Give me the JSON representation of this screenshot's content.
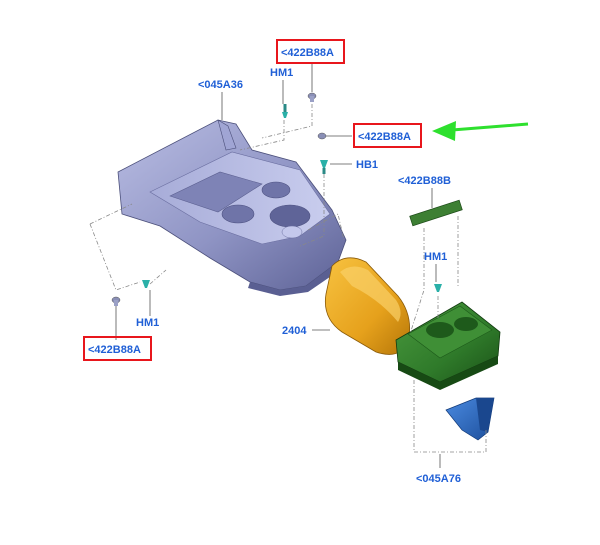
{
  "colors": {
    "label": "#1f5fd6",
    "highlight_box": "#e8161c",
    "arrow": "#2ee02e",
    "console_blue": "#8f94c4",
    "armrest_orange": "#e6a11c",
    "cupholder_green": "#2f7a2a",
    "bracket_blue": "#2868c8"
  },
  "labels": {
    "top_part": "<422B88A",
    "hm1_top": "HM1",
    "left_part": "<045A36",
    "right_part": "<422B88A",
    "hb1": "HB1",
    "pad_part": "<422B88B",
    "hm1_right": "HM1",
    "hm1_left": "HM1",
    "bottom_left_part": "<422B88A",
    "armrest_part": "2404",
    "bracket_part": "<045A76"
  }
}
